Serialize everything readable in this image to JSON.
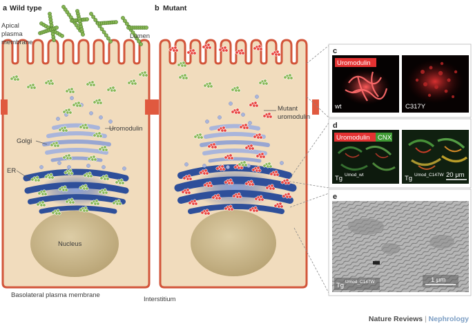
{
  "panels": {
    "a": {
      "letter": "a",
      "title": "Wild type"
    },
    "b": {
      "letter": "b",
      "title": "Mutant"
    },
    "c": {
      "letter": "c"
    },
    "d": {
      "letter": "d"
    },
    "e": {
      "letter": "e"
    }
  },
  "labels": {
    "apical_1": "Apical",
    "apical_2": "plasma",
    "apical_3": "membrane",
    "lumen": "Lumen",
    "uromodulin": "Uromodulin",
    "golgi": "Golgi",
    "er": "ER",
    "nucleus_a": "Nucleus",
    "basolateral": "Basolateral plasma membrane",
    "interstitium": "Interstitium",
    "mutant_1": "Mutant",
    "mutant_2": "uromodulin"
  },
  "micrographs": {
    "c_left_tag": "Uromodulin",
    "c_left_label": "wt",
    "c_right_label": "C317Y",
    "d_tag_uromodulin": "Uromodulin",
    "d_tag_cnx": "CNX",
    "d_left_base": "Tg",
    "d_left_sup": "Umod_wt",
    "d_right_base": "Tg",
    "d_right_sup": "Umod_C147W",
    "d_scale": "20 μm",
    "e_base": "Tg",
    "e_sup": "Umod_C147W",
    "e_scale": "1 μm"
  },
  "footer": {
    "journal": "Nature Reviews",
    "separator": "|",
    "section": "Nephrology"
  },
  "colors": {
    "cytoplasm": "#f1dcbd",
    "membrane": "#d2553a",
    "golgi": "#a9b5db",
    "er": "#2e4f9a",
    "nucleus": "#c8b48a",
    "wt_protein": "#86b653",
    "mutant_protein": "#e8413c"
  }
}
